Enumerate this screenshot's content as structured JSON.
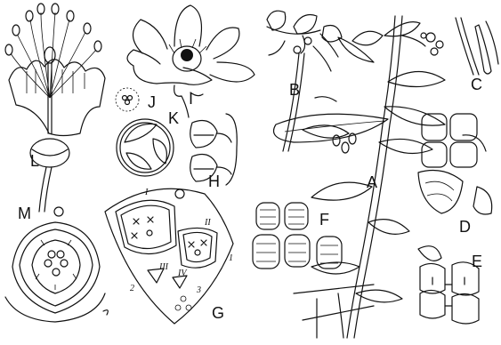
{
  "figure_labels": {
    "A": "A",
    "B": "B",
    "C": "C",
    "D": "D",
    "E": "E",
    "F": "F",
    "G": "G",
    "H": "H",
    "I": "I",
    "J": "J",
    "K": "K",
    "L": "L",
    "M": "M"
  },
  "diagram_g_marks": {
    "I": "I",
    "II": "II",
    "III": "III",
    "IV": "IV",
    "n1": "1",
    "n2": "2",
    "n3": "3"
  }
}
